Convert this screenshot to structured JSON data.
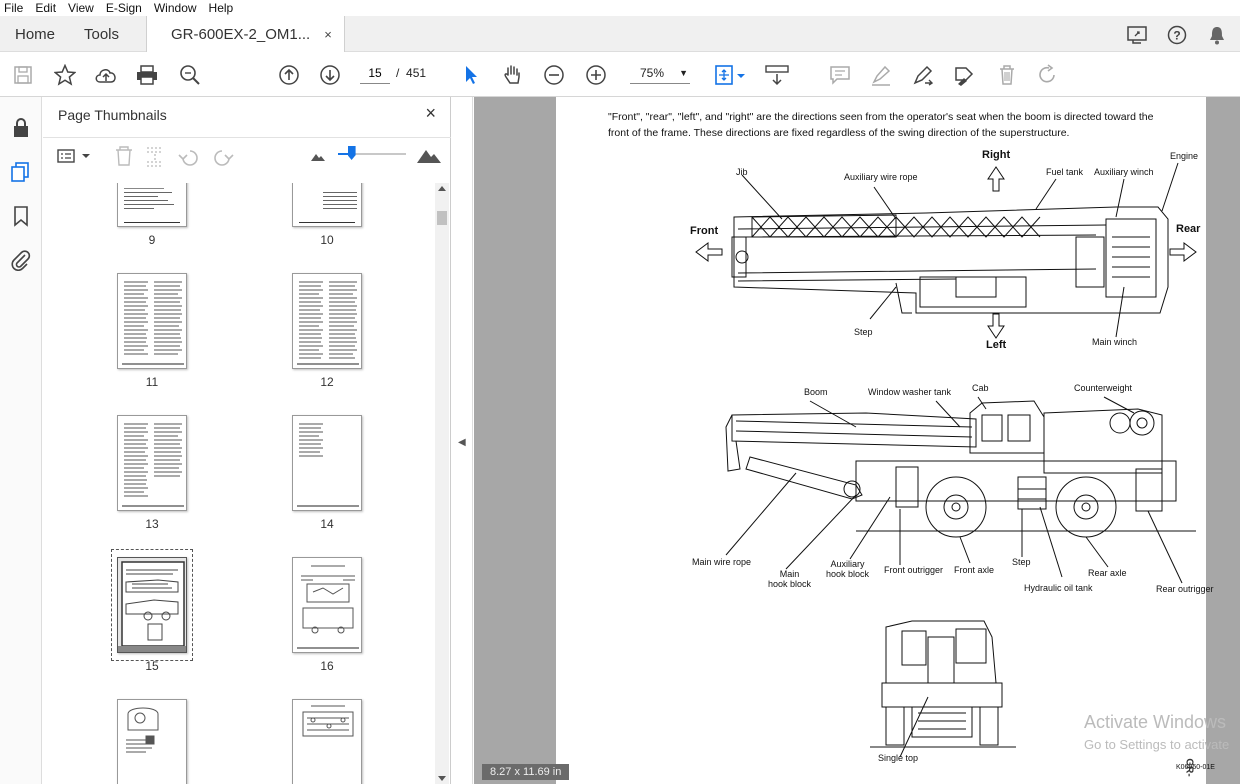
{
  "menu": [
    "File",
    "Edit",
    "View",
    "E-Sign",
    "Window",
    "Help"
  ],
  "tabs": {
    "home": "Home",
    "tools": "Tools",
    "document": "GR-600EX-2_OM1...",
    "close": "×"
  },
  "toolbar": {
    "page_current": "15",
    "page_separator": "/",
    "page_total": "451",
    "zoom": "75%"
  },
  "panel": {
    "title": "Page Thumbnails",
    "close": "×"
  },
  "thumbnails": [
    {
      "label": "9"
    },
    {
      "label": "10"
    },
    {
      "label": "11"
    },
    {
      "label": "12"
    },
    {
      "label": "13"
    },
    {
      "label": "14"
    },
    {
      "label": "15",
      "selected": true
    },
    {
      "label": "16"
    },
    {
      "label": ""
    },
    {
      "label": ""
    }
  ],
  "thumbnail_zoom": 0.2,
  "document": {
    "intro": "\"Front\", \"rear\", \"left\", and \"right\" are the  directions seen from the operator's seat when the boom is directed toward the front of the frame. These directions are fixed regardless of the swing direction of the superstructure.",
    "top_view_labels": {
      "right": "Right",
      "left": "Left",
      "front": "Front",
      "rear": "Rear",
      "engine": "Engine",
      "jib": "Jib",
      "aux_wire_rope": "Auxiliary wire rope",
      "fuel_tank": "Fuel tank",
      "aux_winch": "Auxiliary winch",
      "step": "Step",
      "main_winch": "Main winch"
    },
    "side_view_labels": {
      "boom": "Boom",
      "window_washer_tank": "Window washer tank",
      "cab": "Cab",
      "counterweight": "Counterweight",
      "main_wire_rope": "Main wire rope",
      "main_hook_block": "Main\nhook block",
      "aux_hook_block": "Auxiliary\nhook block",
      "front_outrigger": "Front outrigger",
      "front_axle": "Front axle",
      "step": "Step",
      "hydraulic_oil_tank": "Hydraulic oil tank",
      "rear_axle": "Rear axle",
      "rear_outrigger": "Rear outrigger"
    },
    "front_view_labels": {
      "single_top": "Single top"
    },
    "code": "K06950-01E",
    "edge_text": "GR-"
  },
  "status": {
    "page_size": "8.27 x 11.69 in"
  },
  "watermark": {
    "line1": "Activate Windows",
    "line2": "Go to Settings to activate"
  },
  "colors": {
    "accent": "#1473e6",
    "viewer_bg": "#a7a7a7"
  }
}
